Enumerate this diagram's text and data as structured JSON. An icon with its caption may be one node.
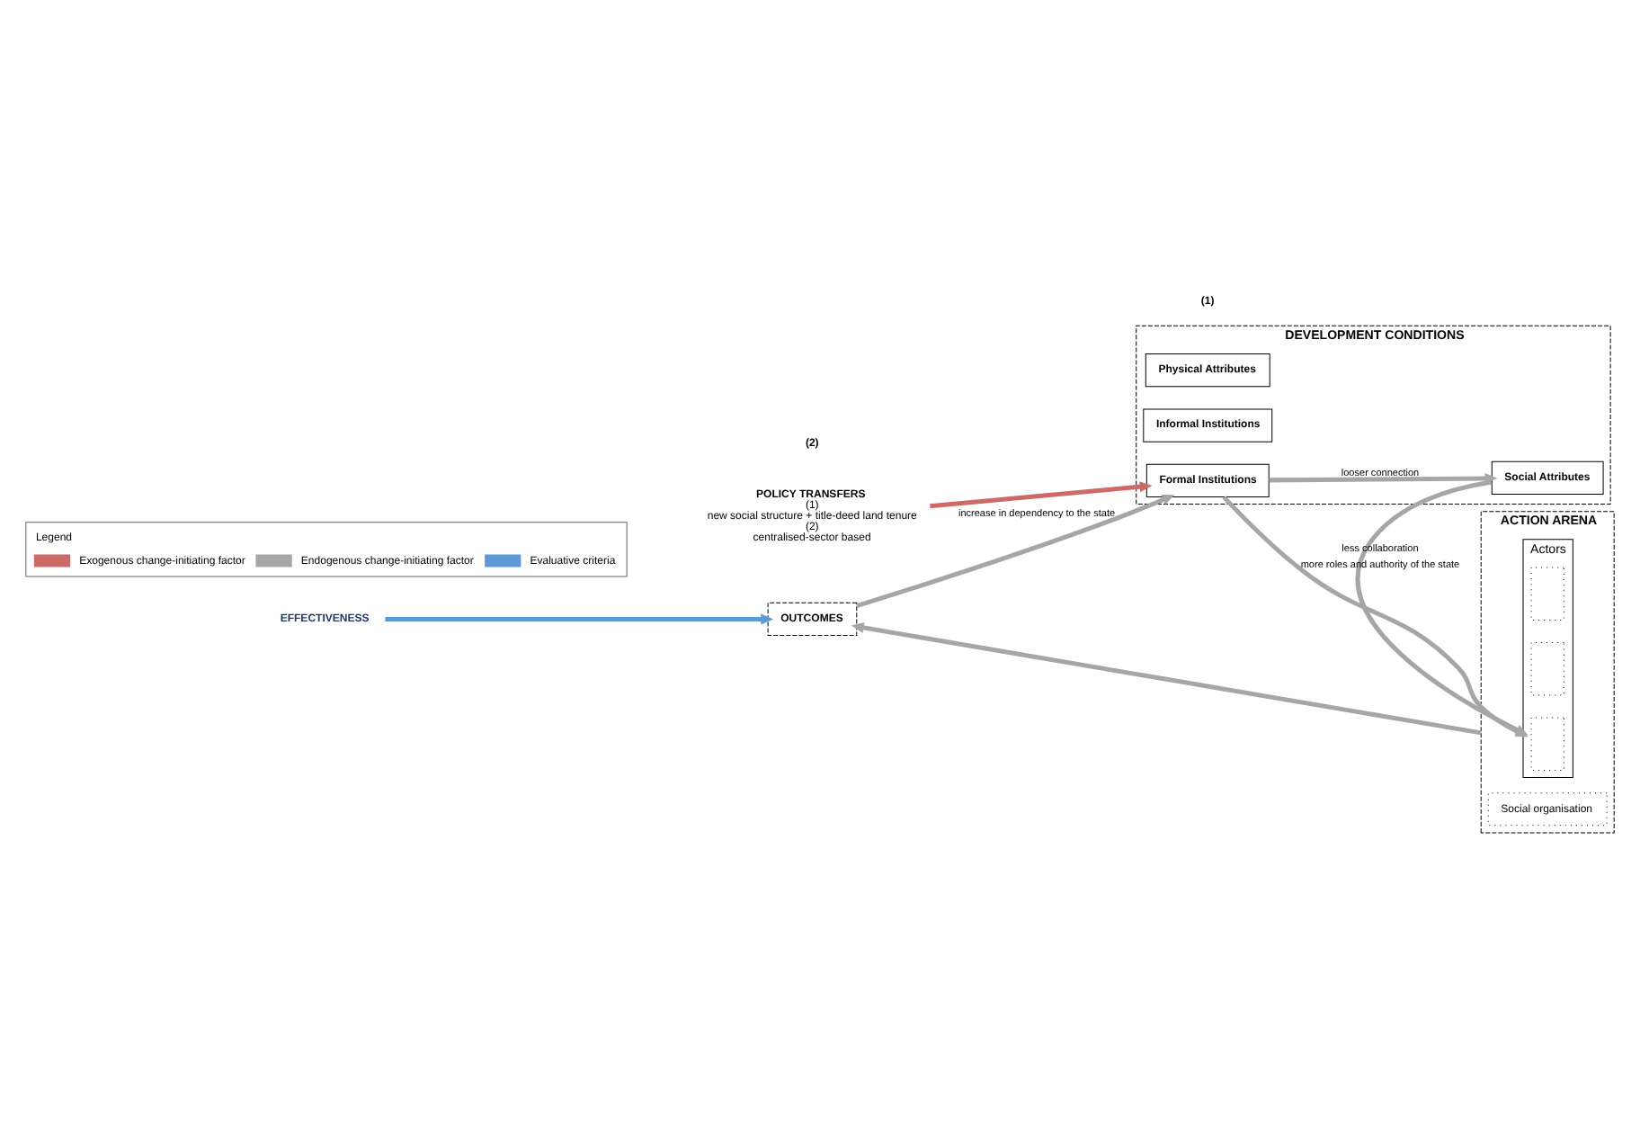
{
  "diagram": {
    "nodes": [
      {
        "text": [
          "DEVELOPMENT CONDITIONS"
        ]
      },
      {
        "text": [
          "Physical Attributes"
        ],
        "in": 0
      },
      {
        "text": [
          "Social Attributes"
        ],
        "in": 0
      },
      {
        "text": [
          "Informal Institutions"
        ],
        "in": 0
      },
      {
        "text": [
          "Formal Institutions"
        ],
        "in": 0
      },
      {
        "text": [
          "ACTION ARENA"
        ]
      },
      {
        "text": [
          "Social organisation"
        ],
        "in": 5
      },
      {
        "text": [
          "Actors"
        ],
        "in": 5
      },
      {
        "text": [],
        "shape": "box",
        "in": 7
      },
      {
        "text": [],
        "shape": "box",
        "in": 7
      },
      {
        "text": [],
        "shape": "box",
        "in": 7
      },
      {
        "text": [
          "OUTCOMES"
        ]
      },
      {
        "text": [
          "POLICY TRANSFERS"
        ],
        "beside": [
          "(1)",
          "new social structure + title-deed land tenure",
          "(2)",
          "centralised-sector based"
        ]
      },
      {
        "text": [
          "EFFECTIVENESS"
        ]
      }
    ],
    "edges": [
      {
        "from": 2,
        "to": 7,
        "arrow": "to",
        "label": "less collaboration"
      },
      {
        "from": 4,
        "to": 2,
        "arrow": "to",
        "label": "looser connection"
      },
      {
        "from": 4,
        "to": 7,
        "arrow": "to",
        "label": "more roles and authority of the state"
      },
      {
        "from": 5,
        "to": 11,
        "arrow": "to"
      },
      {
        "from": 11,
        "to": 4,
        "arrow": "to",
        "label": "increase in dependency to the state"
      },
      {
        "from": 12,
        "to": 4,
        "arrow": "to",
        "color": "#cd6a67"
      },
      {
        "from": 13,
        "to": 11,
        "arrow": "to",
        "color": "#5b9bd5"
      }
    ],
    "labels": [
      "(1)",
      "(2)",
      "Legend"
    ],
    "legend": [
      {
        "text": "Exogenous change-initiating factor",
        "color": "#cd6a67"
      },
      {
        "text": "Endogenous change-initiating factor",
        "color": "#a6a6a6"
      },
      {
        "text": "Evaluative criteria",
        "color": "#5b9bd5"
      }
    ]
  }
}
